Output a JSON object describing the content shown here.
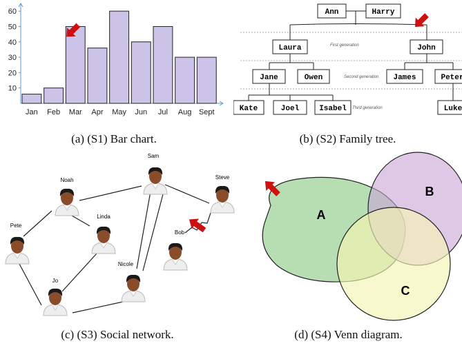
{
  "figure_a": {
    "caption": "(a)  (S1) Bar chart.",
    "chart_data": {
      "type": "bar",
      "categories": [
        "Jan",
        "Feb",
        "Mar",
        "Apr",
        "May",
        "Jun",
        "Jul",
        "Aug",
        "Sept"
      ],
      "values": [
        6,
        10,
        50,
        36,
        60,
        40,
        50,
        30,
        30
      ],
      "yticks": [
        10,
        20,
        30,
        40,
        50,
        60
      ],
      "ylim": [
        0,
        65
      ],
      "bar_color": "#cbc3e8",
      "axis_color": "#5b9bd5",
      "highlighted_category": "Mar",
      "grid": false
    }
  },
  "figure_b": {
    "caption": "(b)  (S2) Family tree.",
    "people": {
      "ann": "Ann",
      "harry": "Harry",
      "laura": "Laura",
      "john": "John",
      "jane": "Jane",
      "owen": "Owen",
      "james": "James",
      "peter": "Peter",
      "kate": "Kate",
      "joel": "Joel",
      "isabel": "Isabel",
      "luke": "Luke"
    },
    "generations": {
      "first": "First generation",
      "second": "Second generation",
      "third": "Third generation"
    }
  },
  "figure_c": {
    "caption": "(c)  (S3) Social network.",
    "people": {
      "sam": "Sam",
      "noah": "Noah",
      "steve": "Steve",
      "pete": "Pete",
      "linda": "Linda",
      "bob": "Bob",
      "nicole": "Nicole",
      "jo": "Jo"
    }
  },
  "figure_d": {
    "caption": "(d)  (S4) Venn diagram.",
    "sets": {
      "a": "A",
      "b": "B",
      "c": "C"
    },
    "colors": {
      "a": "#9fd39a",
      "b": "#c9a3d6",
      "c": "#f5f5b3"
    }
  },
  "colors": {
    "arrow": "#cc1111"
  }
}
